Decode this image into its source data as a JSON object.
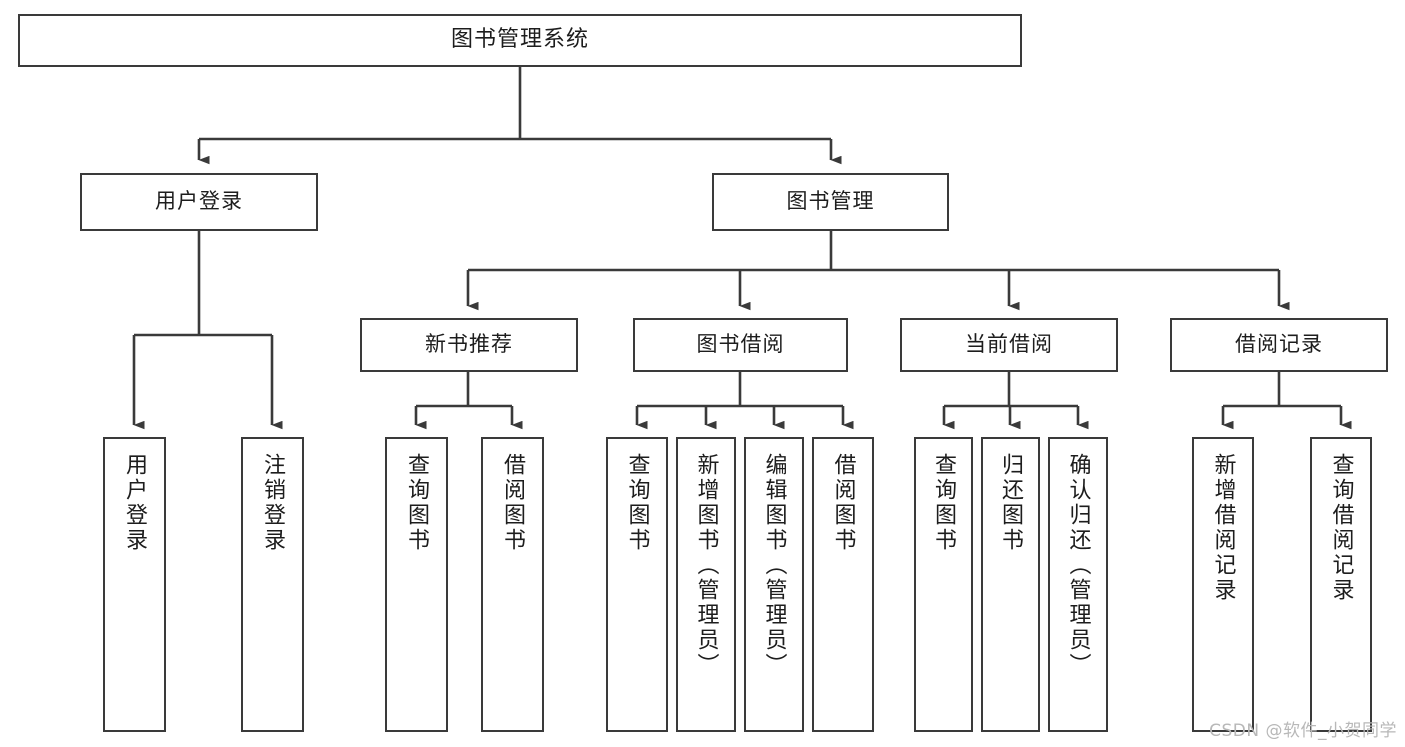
{
  "diagram": {
    "title": "图书管理系统",
    "type": "tree",
    "root": {
      "label": "图书管理系统"
    },
    "level2": [
      {
        "label": "用户登录"
      },
      {
        "label": "图书管理"
      }
    ],
    "level3": [
      {
        "label": "新书推荐"
      },
      {
        "label": "图书借阅"
      },
      {
        "label": "当前借阅"
      },
      {
        "label": "借阅记录"
      }
    ],
    "leaves_user_login": [
      {
        "label": "用户登录"
      },
      {
        "label": "注销登录"
      }
    ],
    "leaves_new_book": [
      {
        "label": "查询图书"
      },
      {
        "label": "借阅图书"
      }
    ],
    "leaves_borrow": [
      {
        "label": "查询图书"
      },
      {
        "label": "新增图书（管理员）"
      },
      {
        "label": "编辑图书（管理员）"
      },
      {
        "label": "借阅图书"
      }
    ],
    "leaves_current": [
      {
        "label": "查询图书"
      },
      {
        "label": "归还图书"
      },
      {
        "label": "确认归还（管理员）"
      }
    ],
    "leaves_records": [
      {
        "label": "新增借阅记录"
      },
      {
        "label": "查询借阅记录"
      }
    ]
  },
  "watermark": {
    "text": "CSDN @软件_小贺同学"
  },
  "colors": {
    "border": "#3a3a3a",
    "background": "#ffffff",
    "text": "#1d1d1d",
    "watermark": "#b8b8b8"
  }
}
